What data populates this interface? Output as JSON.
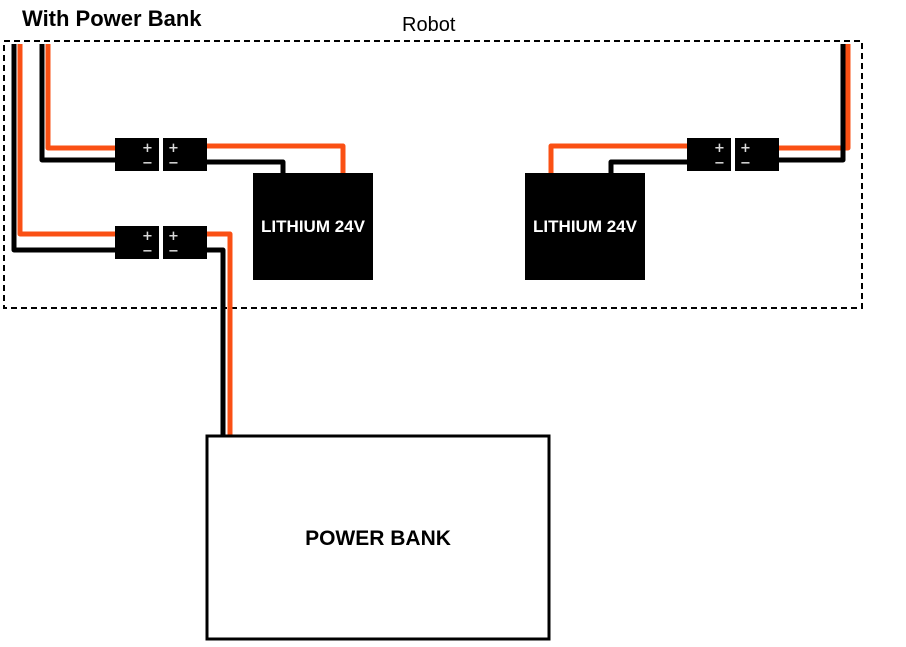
{
  "title": "With Power Bank",
  "robot_label": "Robot",
  "battery_left_label": "LITHIUM 24V",
  "battery_right_label": "LITHIUM 24V",
  "power_bank_label": "POWER BANK",
  "connector_symbols": {
    "positive": "+",
    "negative": "−"
  },
  "colors": {
    "positive_wire": "#fa5014",
    "negative_wire": "#000000",
    "battery_fill": "#000000",
    "connector_fill": "#000000"
  }
}
